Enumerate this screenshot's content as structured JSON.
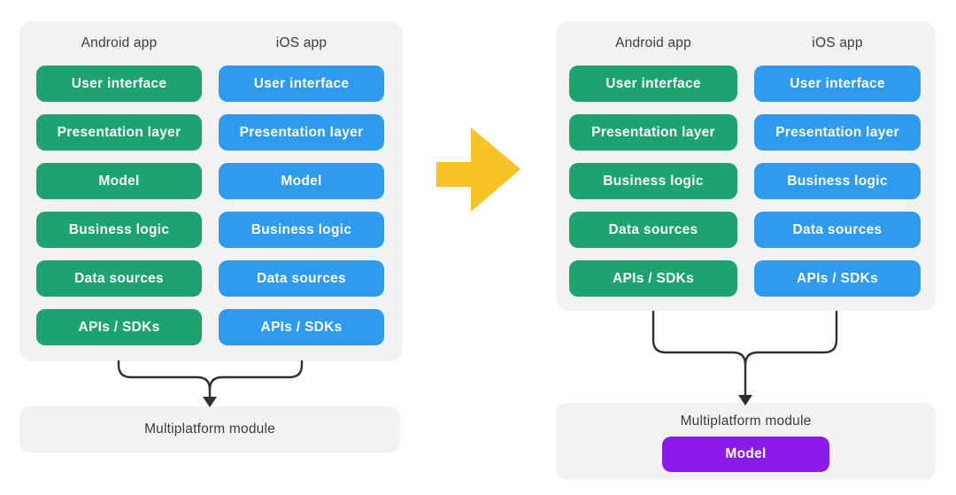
{
  "colors": {
    "panel_bg": "#f2f2f3",
    "android_green": "#1da36f",
    "ios_blue": "#2e9bef",
    "model_purple": "#8a1bea",
    "arrow_yellow": "#f7c325",
    "connector": "#2f2f2f",
    "heading_text": "#3c3c3c",
    "button_text": "#ffffff"
  },
  "before": {
    "columns": [
      {
        "label": "Android app",
        "layers": [
          "User interface",
          "Presentation layer",
          "Model",
          "Business logic",
          "Data sources",
          "APIs / SDKs"
        ]
      },
      {
        "label": "iOS app",
        "layers": [
          "User interface",
          "Presentation layer",
          "Model",
          "Business logic",
          "Data sources",
          "APIs / SDKs"
        ]
      }
    ],
    "module": {
      "label": "Multiplatform module",
      "layers": []
    }
  },
  "after": {
    "columns": [
      {
        "label": "Android app",
        "layers": [
          "User interface",
          "Presentation layer",
          "Business logic",
          "Data sources",
          "APIs / SDKs"
        ]
      },
      {
        "label": "iOS app",
        "layers": [
          "User interface",
          "Presentation layer",
          "Business logic",
          "Data sources",
          "APIs / SDKs"
        ]
      }
    ],
    "module": {
      "label": "Multiplatform module",
      "layers": [
        "Model"
      ]
    }
  }
}
